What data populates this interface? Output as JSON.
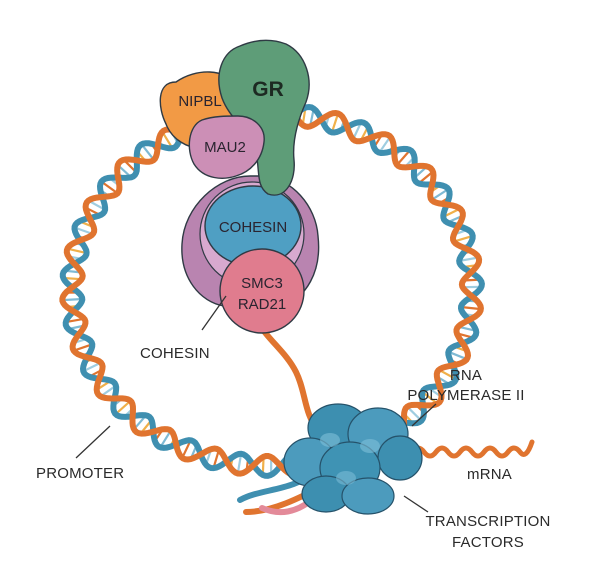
{
  "proteins": {
    "nipbl": "NIPBL",
    "gr": "GR",
    "mau2": "MAU2",
    "cohesin_ring": "COHESIN",
    "smc3": "SMC3",
    "rad21": "RAD21"
  },
  "labels": {
    "cohesin": "COHESIN",
    "promoter": "PROMOTER",
    "rna_pol_line1": "RNA",
    "rna_pol_line2": "POLYMERASE II",
    "mrna": "mRNA",
    "tf_line1": "TRANSCRIPTION",
    "tf_line2": "FACTORS"
  },
  "colors": {
    "dna_blue": "#3f8fb0",
    "dna_orange": "#e0742f",
    "nipbl": "#f29a45",
    "gr": "#5e9d78",
    "mau2": "#cc8fb6",
    "cohesin_ring": "#b984b0",
    "cohesin_core": "#4f9fc3",
    "smc_rad": "#e07c8e",
    "polymerase": "#3d8fb0"
  }
}
